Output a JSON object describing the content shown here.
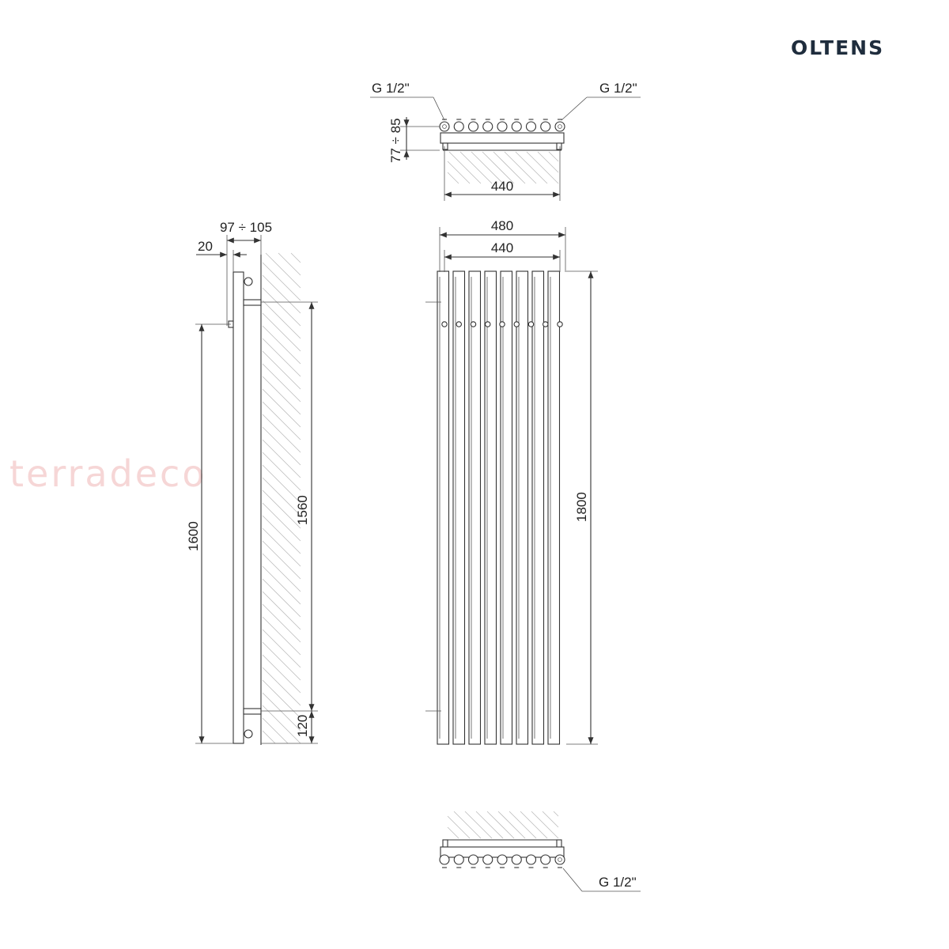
{
  "brand": {
    "logo_text": "OLTENS",
    "brand_color": "#1f2d3d"
  },
  "watermark": {
    "text": "terradeco",
    "color": "#f6d6d6"
  },
  "top_view": {
    "connector_left": "G 1/2\"",
    "connector_right": "G 1/2\"",
    "wall_distance": "77 ÷ 85",
    "width": "440"
  },
  "side_view": {
    "depth": "97 ÷ 105",
    "pipe_offset": "20",
    "height_connection": "1600",
    "mount_spacing": "1560",
    "bottom_mount": "120"
  },
  "front_view": {
    "overall_width": "480",
    "inner_width": "440",
    "height": "1800",
    "tube_count": 8
  },
  "bottom_view": {
    "connector": "G 1/2\""
  }
}
